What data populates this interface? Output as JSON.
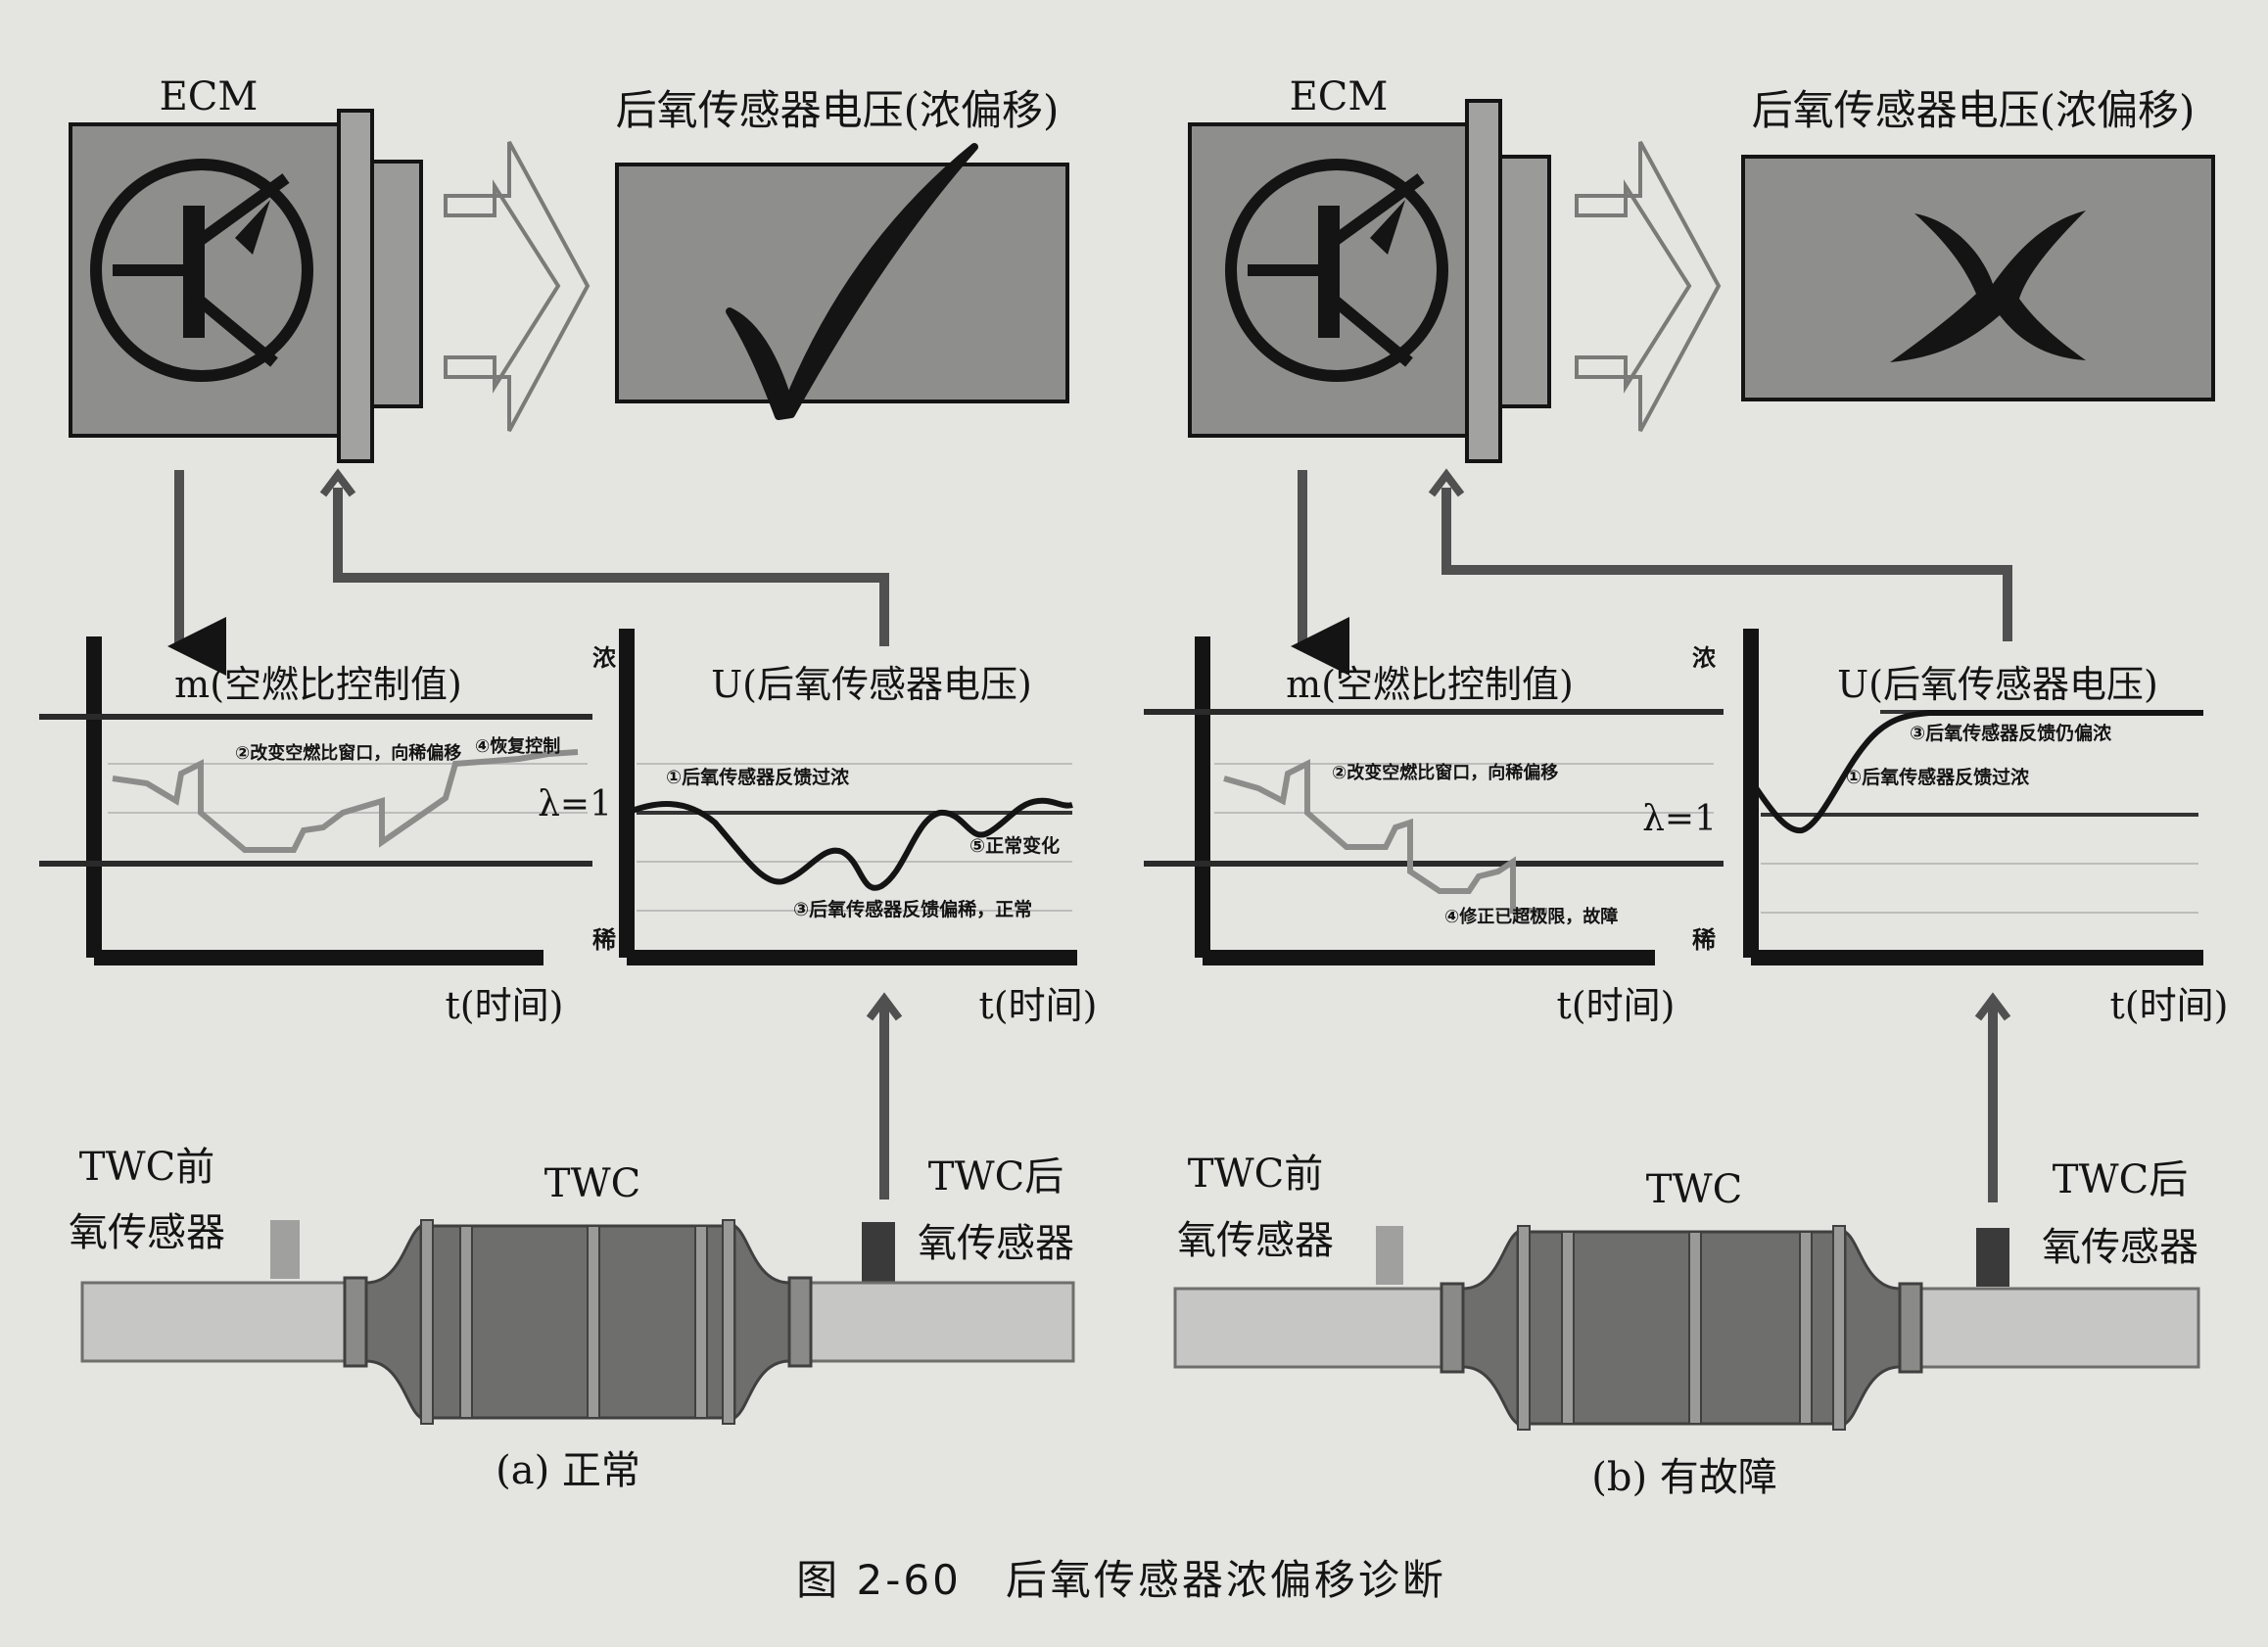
{
  "figure": {
    "caption": "图 2-60　后氧传感器浓偏移诊断"
  },
  "panels": [
    {
      "id": "a",
      "caption": "(a) 正常",
      "ecm_label": "ECM",
      "sensor_voltage_title": "后氧传感器电压(浓偏移)",
      "verdict": "ok",
      "airfuel_plot": {
        "ylabel": "m(空燃比控制值)",
        "xlabel": "t(时间)",
        "annotations": [
          "②改变空燃比窗口，向稀偏移",
          "④恢复控制"
        ]
      },
      "voltage_plot": {
        "ylabel": "U(后氧传感器电压)",
        "xlabel": "t(时间)",
        "rich_label": "浓",
        "lean_label": "稀",
        "lambda_label": "λ=1",
        "annotations": [
          "①后氧传感器反馈过浓",
          "③后氧传感器反馈偏稀，正常",
          "⑤正常变化"
        ]
      },
      "twc": {
        "label": "TWC",
        "front_sensor_label": [
          "TWC前",
          "氧传感器"
        ],
        "rear_sensor_label": [
          "TWC后",
          "氧传感器"
        ]
      }
    },
    {
      "id": "b",
      "caption": "(b) 有故障",
      "ecm_label": "ECM",
      "sensor_voltage_title": "后氧传感器电压(浓偏移)",
      "verdict": "fault",
      "airfuel_plot": {
        "ylabel": "m(空燃比控制值)",
        "xlabel": "t(时间)",
        "annotations": [
          "②改变空燃比窗口，向稀偏移",
          "④修正已超极限，故障"
        ]
      },
      "voltage_plot": {
        "ylabel": "U(后氧传感器电压)",
        "xlabel": "t(时间)",
        "rich_label": "浓",
        "lean_label": "稀",
        "lambda_label": "λ=1",
        "annotations": [
          "③后氧传感器反馈仍偏浓",
          "①后氧传感器反馈过浓"
        ]
      },
      "twc": {
        "label": "TWC",
        "front_sensor_label": [
          "TWC前",
          "氧传感器"
        ],
        "rear_sensor_label": [
          "TWC后",
          "氧传感器"
        ]
      }
    }
  ],
  "colors": {
    "background": "#e4e4e1",
    "box_fill": "#8e8e8c",
    "ink": "#141414",
    "pipe_light": "#c6c6c4",
    "pipe_mid": "#6e6e6c",
    "pipe_dark": "#505050",
    "curve": "#8c8c8a"
  }
}
